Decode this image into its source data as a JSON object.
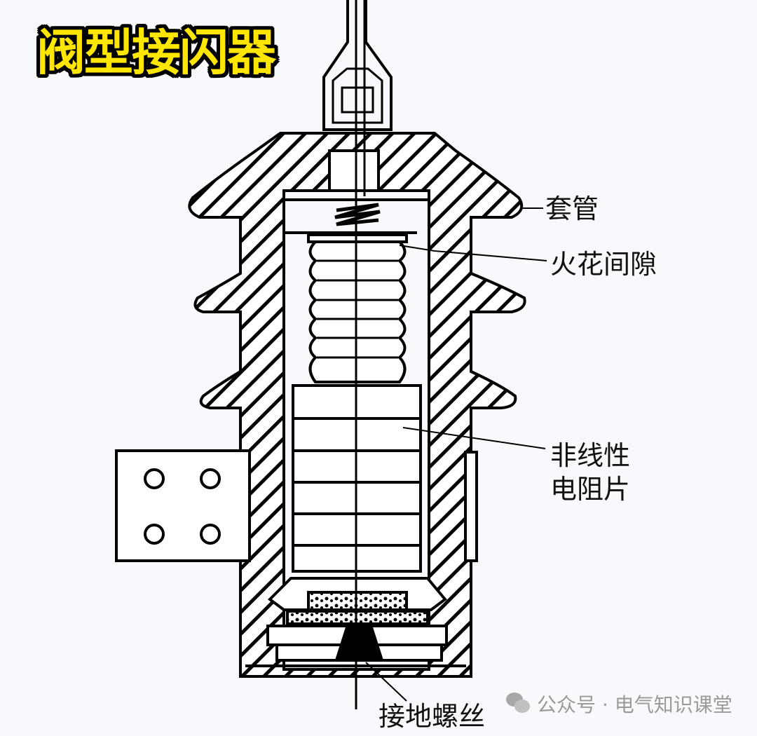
{
  "title": "阀型接闪器",
  "labels": {
    "bushing": "套管",
    "spark_gap": "火花间隙",
    "resistor_line1": "非线性",
    "resistor_line2": "电阻片",
    "ground_screw": "接地螺丝"
  },
  "watermark": {
    "icon": "wechat-icon",
    "text": "公众号 · 电气知识课堂"
  },
  "colors": {
    "title": "#ffe600",
    "line": "#000000",
    "watermark": "#9a9a9a"
  }
}
